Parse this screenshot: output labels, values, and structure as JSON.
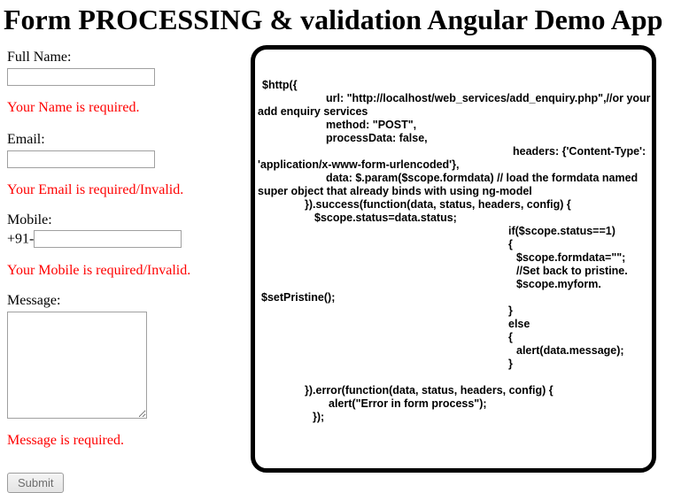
{
  "title": "Form PROCESSING & validation Angular Demo App",
  "colors": {
    "error_text": "#ff0000",
    "code_panel_border": "#000000",
    "input_border": "#a0a0a0",
    "submit_text": "#6e6e6e"
  },
  "form": {
    "name": {
      "label": "Full Name:",
      "value": "",
      "error": "Your Name is required."
    },
    "email": {
      "label": "Email:",
      "value": "",
      "error": "Your Email is required/Invalid."
    },
    "mobile": {
      "label": "Mobile:",
      "prefix": "+91-",
      "value": "",
      "error": "Your Mobile is required/Invalid."
    },
    "message": {
      "label": "Message:",
      "value": "",
      "error": "Message is required."
    },
    "submit_label": "Submit"
  },
  "code_panel": {
    "lines": [
      {
        "i": 5,
        "t": "$http({"
      },
      {
        "i": 77,
        "t": "url: \"http://localhost/web_services/add_enquiry.php\",//or your"
      },
      {
        "i": 0,
        "t": "add enquiry services"
      },
      {
        "i": 77,
        "t": "method: \"POST\","
      },
      {
        "i": 77,
        "t": "processData: false,"
      },
      {
        "i": 288,
        "t": "headers: {'Content-Type':"
      },
      {
        "i": 0,
        "t": "'application/x-www-form-urlencoded'},"
      },
      {
        "i": 77,
        "t": "data: $.param($scope.formdata) // load the formdata named"
      },
      {
        "i": 0,
        "t": "super object that already binds with using ng-model"
      },
      {
        "i": 53,
        "t": "}).success(function(data, status, headers, config) {"
      },
      {
        "i": 64,
        "t": "$scope.status=data.status;"
      },
      {
        "i": 283,
        "t": "if($scope.status==1)"
      },
      {
        "i": 283,
        "t": "{"
      },
      {
        "i": 292,
        "t": "$scope.formdata=\"\";"
      },
      {
        "i": 292,
        "t": "//Set back to pristine."
      },
      {
        "i": 292,
        "t": "$scope.myform."
      },
      {
        "i": 4,
        "t": "$setPristine();"
      },
      {
        "i": 283,
        "t": "}"
      },
      {
        "i": 283,
        "t": "else"
      },
      {
        "i": 283,
        "t": "{"
      },
      {
        "i": 292,
        "t": "alert(data.message);"
      },
      {
        "i": 283,
        "t": "}"
      },
      {
        "i": 0,
        "t": ""
      },
      {
        "i": 53,
        "t": "}).error(function(data, status, headers, config) {"
      },
      {
        "i": 80,
        "t": "alert(\"Error in form process\");"
      },
      {
        "i": 62,
        "t": "});"
      }
    ]
  }
}
